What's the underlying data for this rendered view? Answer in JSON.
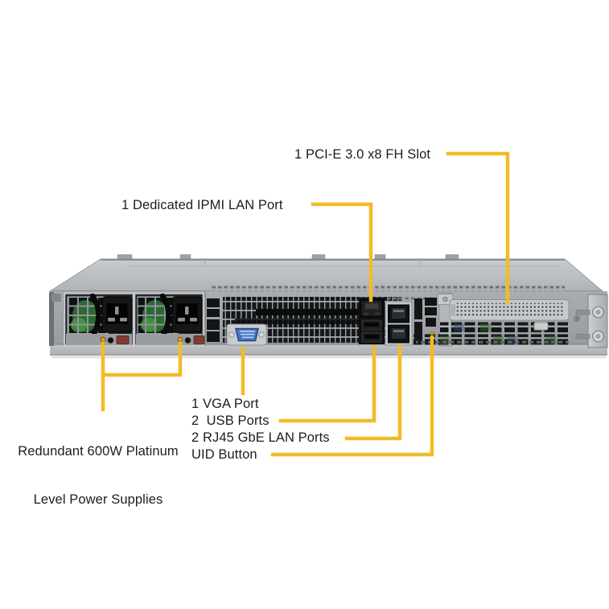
{
  "colors": {
    "accent": "#F2BB28",
    "text": "#1d1d1d",
    "background": "#ffffff"
  },
  "callouts": {
    "pcie": {
      "label": "1 PCI-E 3.0 x8 FH Slot"
    },
    "ipmi": {
      "label": "1 Dedicated IPMI LAN Port"
    },
    "psu": {
      "line1": "Redundant 600W Platinum",
      "line2": "Level Power Supplies"
    },
    "vga": {
      "label": "1 VGA Port"
    },
    "usb": {
      "label": "2  USB Ports"
    },
    "lan": {
      "label": "2 RJ45 GbE LAN Ports"
    },
    "uid": {
      "label": "UID Button"
    }
  }
}
